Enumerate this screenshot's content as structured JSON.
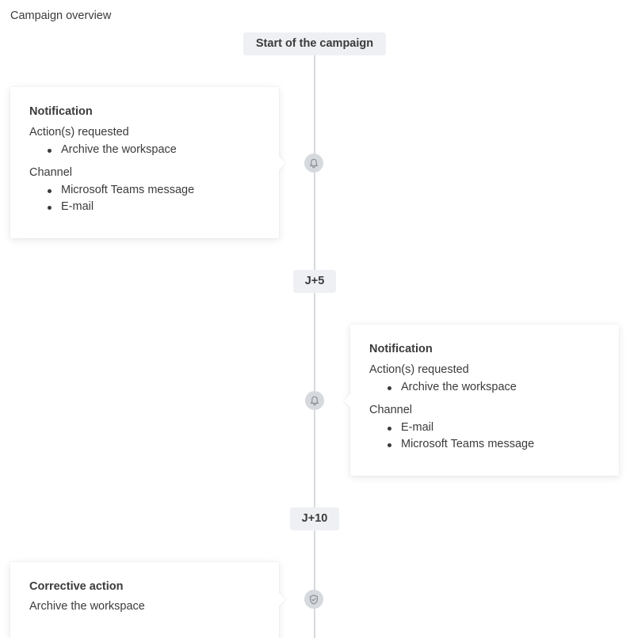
{
  "page": {
    "title": "Campaign overview"
  },
  "milestones": {
    "start": "Start of the campaign",
    "j5": "J+5",
    "j10": "J+10"
  },
  "steps": [
    {
      "title": "Notification",
      "actions_label": "Action(s) requested",
      "actions": [
        "Archive the workspace"
      ],
      "channel_label": "Channel",
      "channels": [
        "Microsoft Teams message",
        "E-mail"
      ],
      "icon": "bell-icon"
    },
    {
      "title": "Notification",
      "actions_label": "Action(s) requested",
      "actions": [
        "Archive the workspace"
      ],
      "channel_label": "Channel",
      "channels": [
        "E-mail",
        "Microsoft Teams message"
      ],
      "icon": "bell-icon"
    },
    {
      "title": "Corrective action",
      "description": "Archive the workspace",
      "icon": "shield-check-icon"
    }
  ],
  "colors": {
    "timeline": "#d6d9de",
    "milestone_bg": "#eef0f3",
    "text": "#3b3b3b",
    "icon": "#8a8f96"
  }
}
